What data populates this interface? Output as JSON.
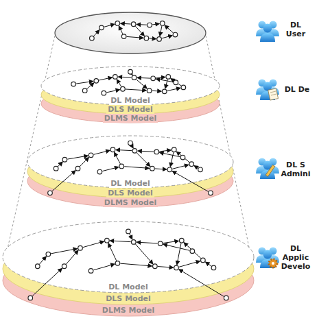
{
  "diagram": {
    "nodes": [
      {
        "text": [
          "DL Model"
        ]
      },
      {
        "text": [
          "DLS Model"
        ]
      },
      {
        "text": [
          "DLMS Model"
        ]
      },
      {
        "text": [
          "DL Model"
        ]
      },
      {
        "text": [
          "DLS Model"
        ]
      },
      {
        "text": [
          "DLMS Model"
        ]
      },
      {
        "text": [
          "DL Model"
        ]
      },
      {
        "text": [
          "DLS Model"
        ]
      },
      {
        "text": [
          "DLMS Model"
        ]
      }
    ],
    "labels": [
      "DL User",
      "DL De",
      "DL S Admini",
      "DL Applic Develo"
    ]
  }
}
